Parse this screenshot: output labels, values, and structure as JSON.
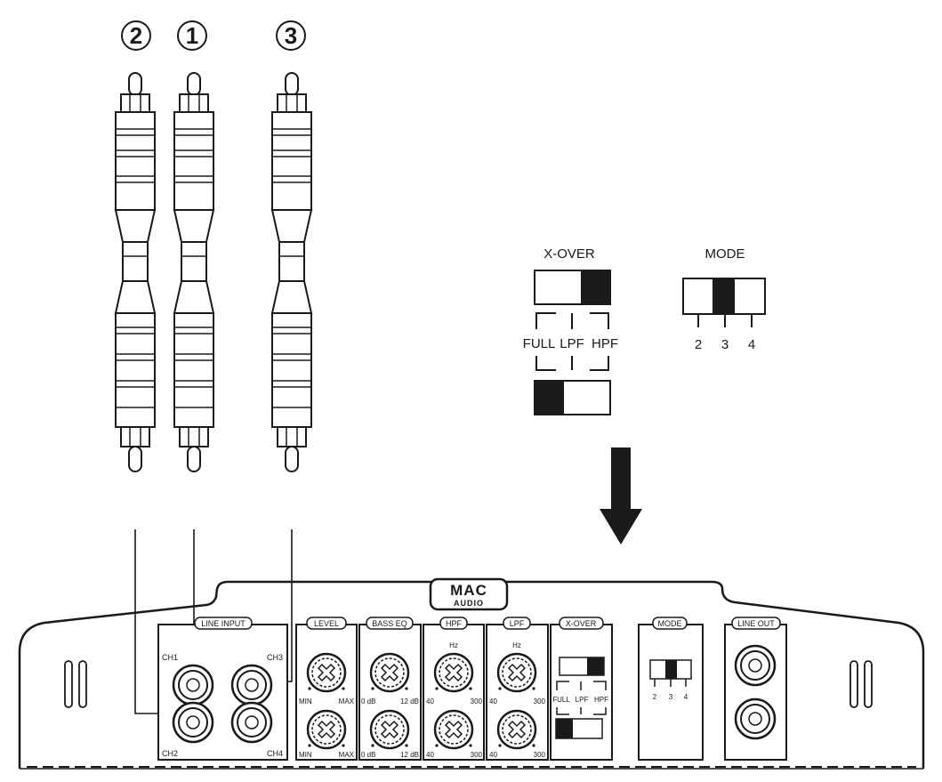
{
  "plugs": {
    "num_1": "1",
    "num_2": "2",
    "num_3": "3"
  },
  "xover_detail": {
    "title": "X-OVER",
    "full": "FULL",
    "lpf": "LPF",
    "hpf": "HPF"
  },
  "mode_detail": {
    "title": "MODE",
    "opt_2": "2",
    "opt_3": "3",
    "opt_4": "4"
  },
  "amp": {
    "logo_top": "MAC",
    "logo_bottom": "AUDIO",
    "line_input": {
      "tag": "LINE INPUT",
      "ch1": "CH1",
      "ch2": "CH2",
      "ch3": "CH3",
      "ch4": "CH4"
    },
    "level": {
      "tag": "LEVEL",
      "min": "MIN",
      "max": "MAX"
    },
    "bass_eq": {
      "tag": "BASS EQ",
      "low": "0 dB",
      "high": "12 dB"
    },
    "hpf": {
      "tag": "HPF",
      "unit": "Hz",
      "low": "40",
      "high": "300"
    },
    "lpf": {
      "tag": "LPF",
      "unit": "Hz",
      "low": "40",
      "high": "300"
    },
    "xover": {
      "tag": "X-OVER",
      "full": "FULL",
      "lpf": "LPF",
      "hpf": "HPF"
    },
    "mode": {
      "tag": "MODE",
      "opt_2": "2",
      "opt_3": "3",
      "opt_4": "4"
    },
    "line_out": {
      "tag": "LINE OUT"
    }
  }
}
